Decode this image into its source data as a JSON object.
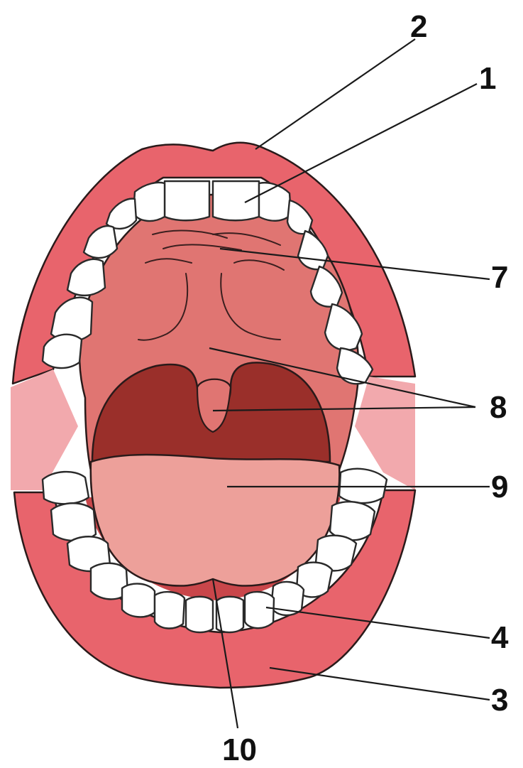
{
  "diagram": {
    "labels": [
      {
        "id": "teeth-upper",
        "text": "1"
      },
      {
        "id": "upper-lip",
        "text": "2"
      },
      {
        "id": "lower-lip",
        "text": "3"
      },
      {
        "id": "teeth-lower",
        "text": "4"
      },
      {
        "id": "hard-palate",
        "text": "7"
      },
      {
        "id": "soft-palate-uvula",
        "text": "8"
      },
      {
        "id": "tongue",
        "text": "9"
      },
      {
        "id": "tongue-tip",
        "text": "10"
      }
    ],
    "colors": {
      "lip": "#e8646c",
      "lip_inner": "#f08a8f",
      "palate": "#e07572",
      "cheek": "#f2a9ad",
      "throat": "#9a2f2a",
      "tongue": "#eda09a",
      "floor": "#c9464a",
      "tooth": "#ffffff"
    }
  }
}
